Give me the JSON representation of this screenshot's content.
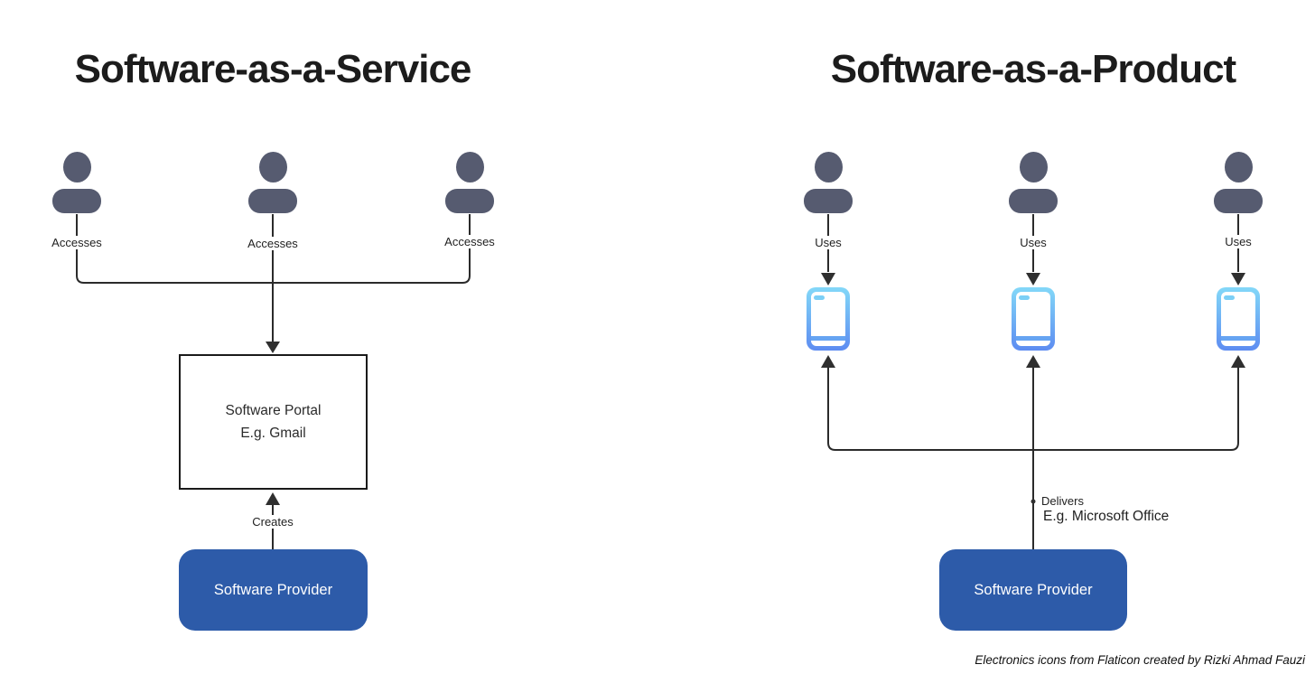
{
  "left": {
    "title": "Software-as-a-Service",
    "user_labels": [
      "Accesses",
      "Accesses",
      "Accesses"
    ],
    "portal_box": {
      "line1": "Software Portal",
      "line2": "E.g. Gmail"
    },
    "creates_label": "Creates",
    "provider_label": "Software Provider"
  },
  "right": {
    "title": "Software-as-a-Product",
    "user_labels": [
      "Uses",
      "Uses",
      "Uses"
    ],
    "delivers_label": "Delivers",
    "example_label": "E.g. Microsoft Office",
    "provider_label": "Software Provider"
  },
  "footer_credit": "Electronics icons from Flaticon created by Rizki Ahmad Fauzi",
  "colors": {
    "person_icon": "#565b70",
    "provider_box": "#2d5ba9",
    "connector_line": "#2b2b2b",
    "phone_gradient_top": "#83d8f8",
    "phone_gradient_bottom": "#5d8cf1",
    "title_text": "#1c1c1c"
  }
}
